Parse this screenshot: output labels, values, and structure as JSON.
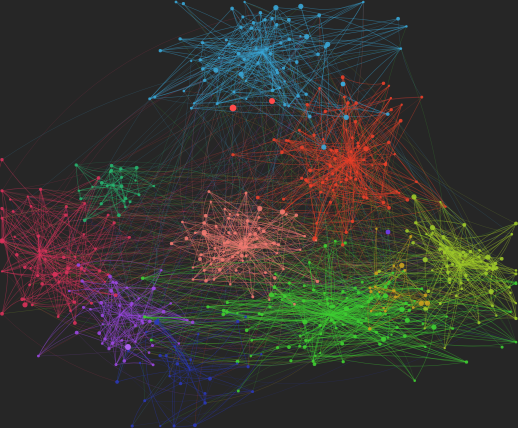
{
  "background_color": "#262626",
  "clusters": [
    {
      "name": "blue",
      "color": "#3aa6d6",
      "nodes": 70,
      "edges": 210
    },
    {
      "name": "red",
      "color": "#e8402a",
      "nodes": 80,
      "edges": 260
    },
    {
      "name": "salmon",
      "color": "#f07a70",
      "nodes": 70,
      "edges": 240
    },
    {
      "name": "crimson",
      "color": "#d8325a",
      "nodes": 55,
      "edges": 180
    },
    {
      "name": "purple",
      "color": "#9a48e0",
      "nodes": 45,
      "edges": 140
    },
    {
      "name": "green",
      "color": "#3fcf32",
      "nodes": 110,
      "edges": 330
    },
    {
      "name": "yellow-green",
      "color": "#9fc92a",
      "nodes": 70,
      "edges": 230
    },
    {
      "name": "teal-green",
      "color": "#27b36f",
      "nodes": 25,
      "edges": 70
    },
    {
      "name": "olive",
      "color": "#c9a21e",
      "nodes": 20,
      "edges": 50
    },
    {
      "name": "navy",
      "color": "#2b38b8",
      "nodes": 28,
      "edges": 60
    }
  ],
  "inter_cluster_edges": 700
}
